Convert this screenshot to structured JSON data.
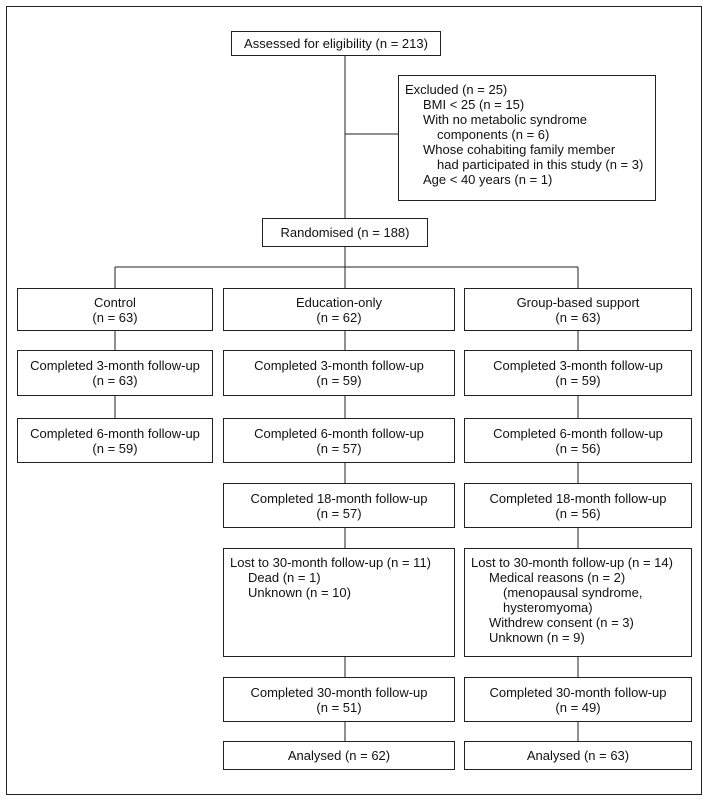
{
  "assessed": "Assessed for eligibility (n = 213)",
  "excluded": {
    "title": "Excluded (n = 25)",
    "bmi": "BMI < 25 (n = 15)",
    "no_mets_1": "With no metabolic syndrome",
    "no_mets_2": "components (n = 6)",
    "family_1": "Whose cohabiting family member",
    "family_2": "had participated in this study (n = 3)",
    "age": "Age < 40 years (n = 1)"
  },
  "randomised": "Randomised (n = 188)",
  "control": {
    "name": "Control",
    "n": "(n = 63)",
    "fu3": "Completed 3-month follow-up",
    "fu3_n": "(n = 63)",
    "fu6": "Completed 6-month follow-up",
    "fu6_n": "(n = 59)"
  },
  "education": {
    "name": "Education-only",
    "n": "(n = 62)",
    "fu3": "Completed 3-month follow-up",
    "fu3_n": "(n = 59)",
    "fu6": "Completed 6-month follow-up",
    "fu6_n": "(n = 57)",
    "fu18": "Completed 18-month follow-up",
    "fu18_n": "(n = 57)",
    "lost": "Lost to 30-month follow-up (n = 11)",
    "lost_dead": "Dead (n = 1)",
    "lost_unknown": "Unknown (n = 10)",
    "fu30": "Completed 30-month follow-up",
    "fu30_n": "(n = 51)",
    "analysed": "Analysed (n = 62)"
  },
  "group": {
    "name": "Group-based support",
    "n": "(n = 63)",
    "fu3": "Completed 3-month follow-up",
    "fu3_n": "(n = 59)",
    "fu6": "Completed 6-month follow-up",
    "fu6_n": "(n = 56)",
    "fu18": "Completed 18-month follow-up",
    "fu18_n": "(n = 56)",
    "lost": "Lost to 30-month follow-up (n = 14)",
    "lost_medical": "Medical reasons (n = 2)",
    "lost_medical_detail_1": "(menopausal syndrome,",
    "lost_medical_detail_2": "hysteromyoma)",
    "lost_withdrew": "Withdrew consent (n = 3)",
    "lost_unknown": "Unknown (n = 9)",
    "fu30": "Completed 30-month follow-up",
    "fu30_n": "(n = 49)",
    "analysed": "Analysed (n = 63)"
  }
}
